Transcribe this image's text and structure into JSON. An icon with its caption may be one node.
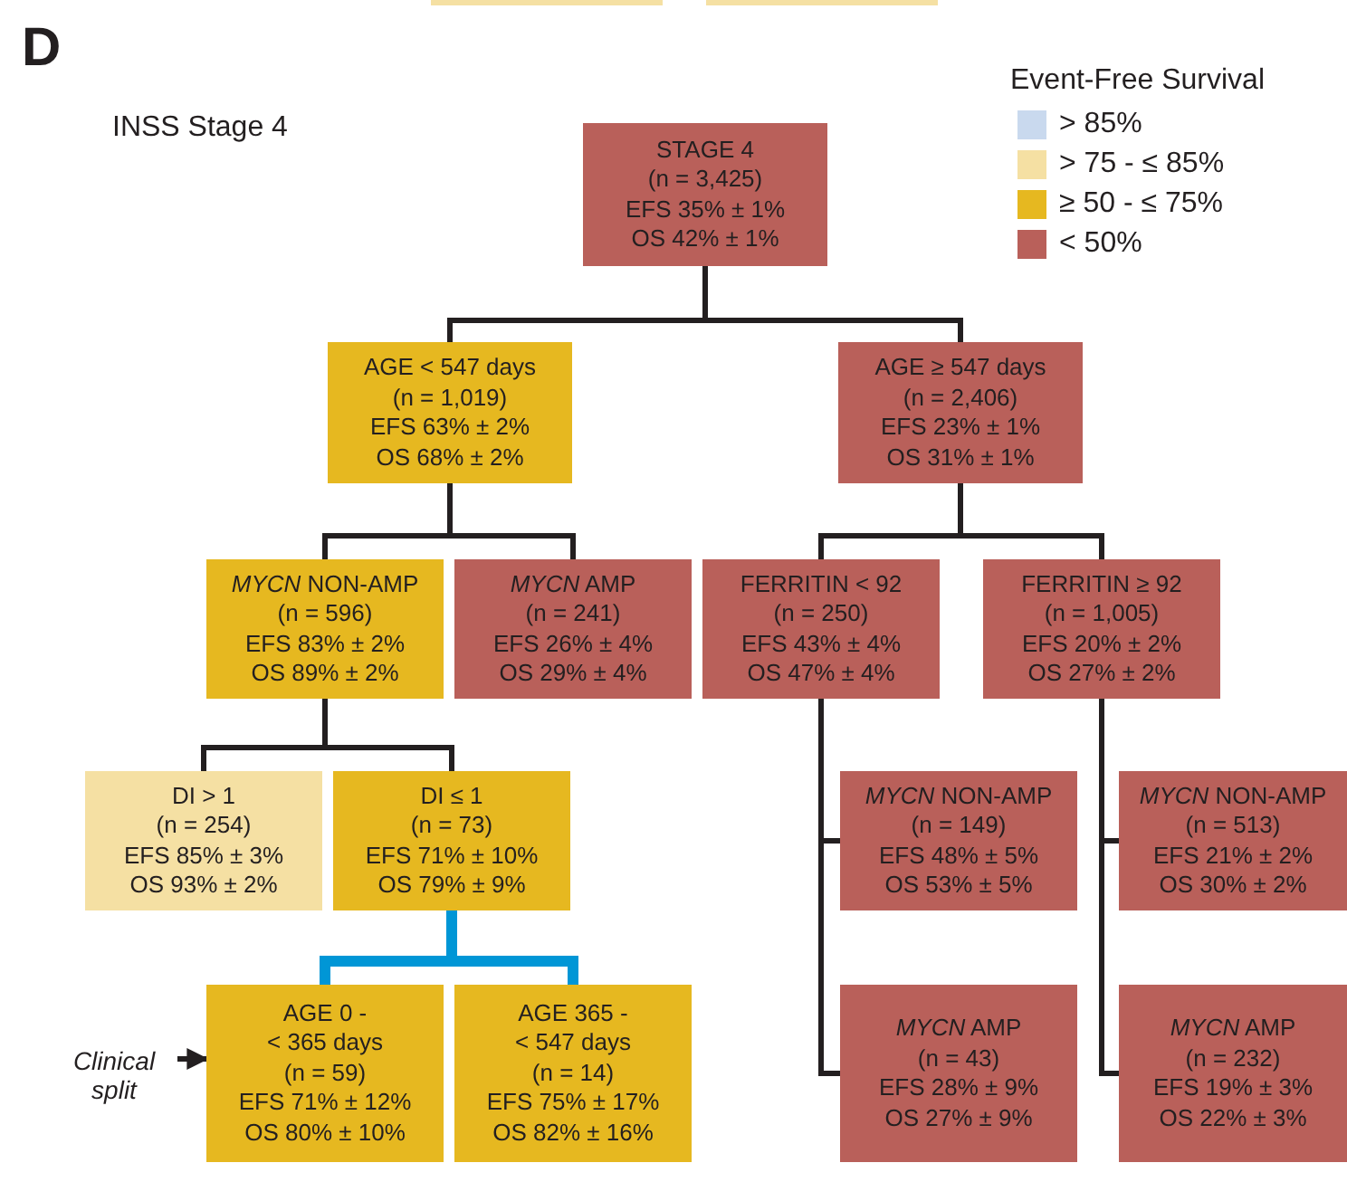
{
  "diagram": {
    "nodes": [
      {
        "text": [],
        "shape": "box"
      },
      {
        "text": [],
        "shape": "box"
      },
      {
        "text": [
          "STAGE 4",
          "(n = 3,425)",
          "EFS 35% ± 1%",
          "OS 42% ± 1%"
        ]
      },
      {
        "text": [
          "AGE < 547 days",
          "(n = 1,019)",
          "EFS 63% ± 2%",
          "OS 68% ± 2%"
        ]
      },
      {
        "text": [
          "AGE ≥ 547 days",
          "(n = 2,406)",
          "EFS 23% ± 1%",
          "OS 31% ± 1%"
        ]
      },
      {
        "text": [
          "*MYCN* NON-AMP",
          "(n = 596)",
          "EFS 83% ± 2%",
          "OS 89% ± 2%"
        ]
      },
      {
        "text": [
          "*MYCN* AMP",
          "(n = 241)",
          "EFS 26% ± 4%",
          "OS 29% ± 4%"
        ]
      },
      {
        "text": [
          "FERRITIN < 92",
          "(n = 250)",
          "EFS 43% ± 4%",
          "OS 47% ± 4%"
        ]
      },
      {
        "text": [
          "FERRITIN ≥ 92",
          "(n = 1,005)",
          "EFS 20% ± 2%",
          "OS 27% ± 2%"
        ]
      },
      {
        "text": [
          "DI > 1",
          "(n = 254)",
          "EFS 85% ± 3%",
          "OS 93% ± 2%"
        ]
      },
      {
        "text": [
          "DI ≤ 1",
          "(n = 73)",
          "EFS 71% ± 10%",
          "OS 79% ± 9%"
        ]
      },
      {
        "text": [
          "*MYCN* NON-AMP",
          "(n = 149)",
          "EFS 48% ± 5%",
          "OS 53% ± 5%"
        ]
      },
      {
        "text": [
          "*MYCN* NON-AMP",
          "(n = 513)",
          "EFS 21% ± 2%",
          "OS 30% ± 2%"
        ]
      },
      {
        "text": [
          "Clinical split"
        ]
      },
      {
        "text": [
          "AGE 0 -",
          "< 365 days",
          "(n = 59)",
          "EFS 71% ± 12%",
          "OS 80% ± 10%"
        ]
      },
      {
        "text": [
          "AGE 365 -",
          "< 547 days",
          "(n = 14)",
          "EFS 75% ± 17%",
          "OS 82% ± 16%"
        ]
      },
      {
        "text": [
          "*MYCN* AMP",
          "(n = 43)",
          "EFS 28% ± 9%",
          "OS 27% ± 9%"
        ]
      },
      {
        "text": [
          "*MYCN* AMP",
          "(n = 232)",
          "EFS 19% ± 3%",
          "OS 22% ± 3%"
        ]
      }
    ],
    "edges": [
      {
        "from": 2,
        "to": 3,
        "arrow": "none"
      },
      {
        "from": 2,
        "to": 4,
        "arrow": "none"
      },
      {
        "from": 3,
        "to": 5,
        "arrow": "none"
      },
      {
        "from": 3,
        "to": 6,
        "arrow": "none"
      },
      {
        "from": 4,
        "to": 7,
        "arrow": "none"
      },
      {
        "from": 4,
        "to": 8,
        "arrow": "none"
      },
      {
        "from": 5,
        "to": 9,
        "arrow": "none"
      },
      {
        "from": 5,
        "to": 10,
        "arrow": "none"
      },
      {
        "from": 10,
        "to": 14,
        "arrow": "none",
        "style": "thick",
        "color": "#0096d6"
      },
      {
        "from": 10,
        "to": 15,
        "arrow": "none",
        "style": "thick",
        "color": "#0096d6"
      },
      {
        "from": 7,
        "to": 11,
        "arrow": "none"
      },
      {
        "from": 7,
        "to": 16,
        "arrow": "none"
      },
      {
        "from": 8,
        "to": 12,
        "arrow": "none"
      },
      {
        "from": 8,
        "to": 17,
        "arrow": "none"
      },
      {
        "from": 13,
        "to": 14,
        "arrow": "to"
      }
    ],
    "labels": [
      "D",
      "INSS Stage 4",
      "Event-Free Survival"
    ],
    "legend": [
      {
        "text": "> 85%",
        "color": "#c9d9ee"
      },
      {
        "text": "> 75 - ≤ 85%",
        "color": "#f5e0a3"
      },
      {
        "text": "≥ 50 - ≤ 75%",
        "color": "#e6b820"
      },
      {
        "text": "< 50%",
        "color": "#b9605a"
      }
    ]
  }
}
